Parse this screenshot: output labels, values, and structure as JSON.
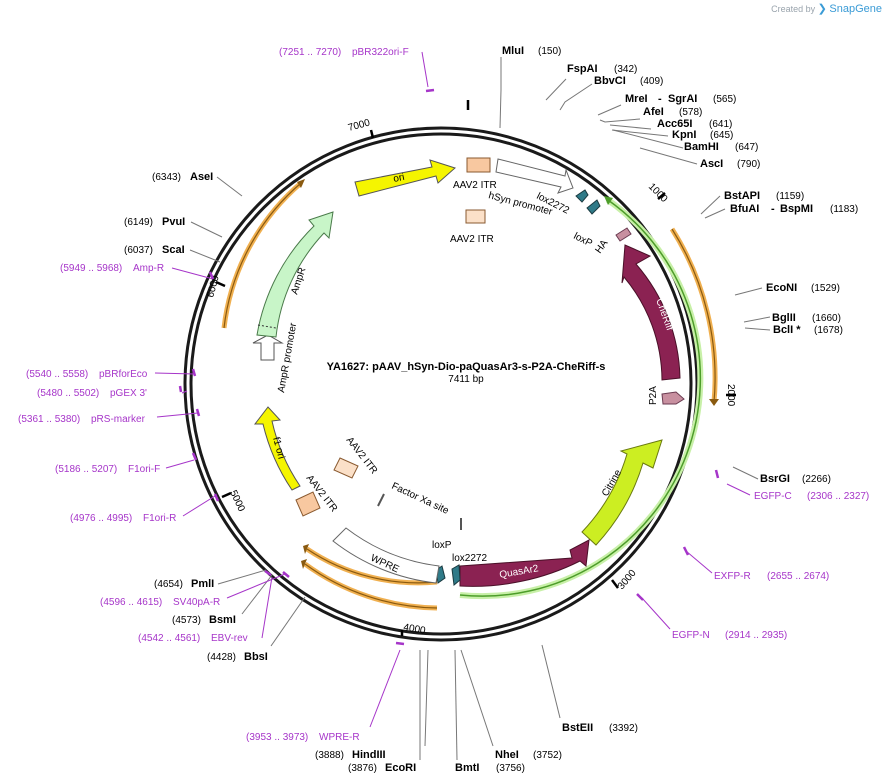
{
  "branding": {
    "prefix": "Created by",
    "name": "SnapGene"
  },
  "plasmid": {
    "name": "YA1627: pAAV_hSyn-Dio-paQuasAr3-s-P2A-CheRiff-s",
    "size_label": "7411 bp",
    "length": 7411
  },
  "ticks": [
    "1000",
    "2000",
    "3000",
    "4000",
    "5000",
    "6000",
    "7000"
  ],
  "colors": {
    "backbone": "#1a1a1a",
    "primer": "#a635c9",
    "ori": "#f5f500",
    "ampr": "#c8f5c8",
    "itr": "#f8c8a0",
    "loxp": "#2f7a88",
    "quasar": "#8b2252",
    "citrine": "#ccee22",
    "cheriff": "#8b2252",
    "ha": "#c890a0",
    "cds_outline": "#7dcf5a",
    "orf": "#f0b050"
  },
  "enzymes": [
    {
      "name": "MluI",
      "pos": "(150)"
    },
    {
      "name": "FspAI",
      "pos": "(342)"
    },
    {
      "name": "BbvCI",
      "pos": "(409)"
    },
    {
      "name": "MreI",
      "name2": "SgrAI",
      "pos": "(565)"
    },
    {
      "name": "AfeI",
      "pos": "(578)"
    },
    {
      "name": "Acc65I",
      "pos": "(641)"
    },
    {
      "name": "KpnI",
      "pos": "(645)"
    },
    {
      "name": "BamHI",
      "pos": "(647)"
    },
    {
      "name": "AscI",
      "pos": "(790)"
    },
    {
      "name": "BstAPI",
      "pos": "(1159)"
    },
    {
      "name": "BfuAI",
      "name2": "BspMI",
      "pos": "(1183)"
    },
    {
      "name": "EcoNI",
      "pos": "(1529)"
    },
    {
      "name": "BglII",
      "pos": "(1660)"
    },
    {
      "name": "BclI *",
      "pos": "(1678)"
    },
    {
      "name": "BsrGI",
      "pos": "(2266)"
    },
    {
      "name": "BstEII",
      "pos": "(3392)"
    },
    {
      "name": "NheI",
      "pos": "(3752)"
    },
    {
      "name": "BmtI",
      "pos": "(3756)"
    },
    {
      "name": "HindIII",
      "pos": "(3888)"
    },
    {
      "name": "EcoRI",
      "pos": "(3876)"
    },
    {
      "name": "BbsI",
      "pos": "(4428)"
    },
    {
      "name": "BsmI",
      "pos": "(4573)"
    },
    {
      "name": "PmlI",
      "pos": "(4654)"
    },
    {
      "name": "ScaI",
      "pos": "(6037)"
    },
    {
      "name": "PvuI",
      "pos": "(6149)"
    },
    {
      "name": "AseI",
      "pos": "(6343)"
    }
  ],
  "primers": [
    {
      "range": "(7251 .. 7270)",
      "name": "pBR322ori-F"
    },
    {
      "name": "EGFP-C",
      "range": "(2306 .. 2327)"
    },
    {
      "name": "EXFP-R",
      "range": "(2655 .. 2674)"
    },
    {
      "name": "EGFP-N",
      "range": "(2914 .. 2935)"
    },
    {
      "range": "(3953 .. 3973)",
      "name": "WPRE-R"
    },
    {
      "range": "(4542 .. 4561)",
      "name": "EBV-rev"
    },
    {
      "range": "(4596 .. 4615)",
      "name": "SV40pA-R"
    },
    {
      "range": "(4976 .. 4995)",
      "name": "F1ori-R"
    },
    {
      "range": "(5186 .. 5207)",
      "name": "F1ori-F"
    },
    {
      "range": "(5361 .. 5380)",
      "name": "pRS-marker"
    },
    {
      "range": "(5480 .. 5502)",
      "name": "pGEX 3'"
    },
    {
      "range": "(5540 .. 5558)",
      "name": "pBRforEco"
    },
    {
      "range": "(5949 .. 5968)",
      "name": "Amp-R"
    }
  ],
  "features": {
    "ori": "ori",
    "itr_top_a": "AAV2 ITR",
    "itr_top_b": "AAV2 ITR",
    "hsyn": "hSyn promoter",
    "lox2272_top": "lox2272",
    "loxp_top": "loxP",
    "ha": "HA",
    "cheriff": "CheRiff",
    "p2a": "P2A",
    "citrine": "Citrine",
    "quasar": "QuasAr2",
    "lox2272_bottom": "lox2272",
    "loxp_bottom": "loxP",
    "factor_xa": "Factor Xa site",
    "wpre": "WPRE",
    "itr_bottom_a": "AAV2 ITR",
    "itr_bottom_b": "AAV2 ITR",
    "f1ori": "f1 ori",
    "amp_promoter": "AmpR promoter",
    "ampr": "AmpR"
  }
}
